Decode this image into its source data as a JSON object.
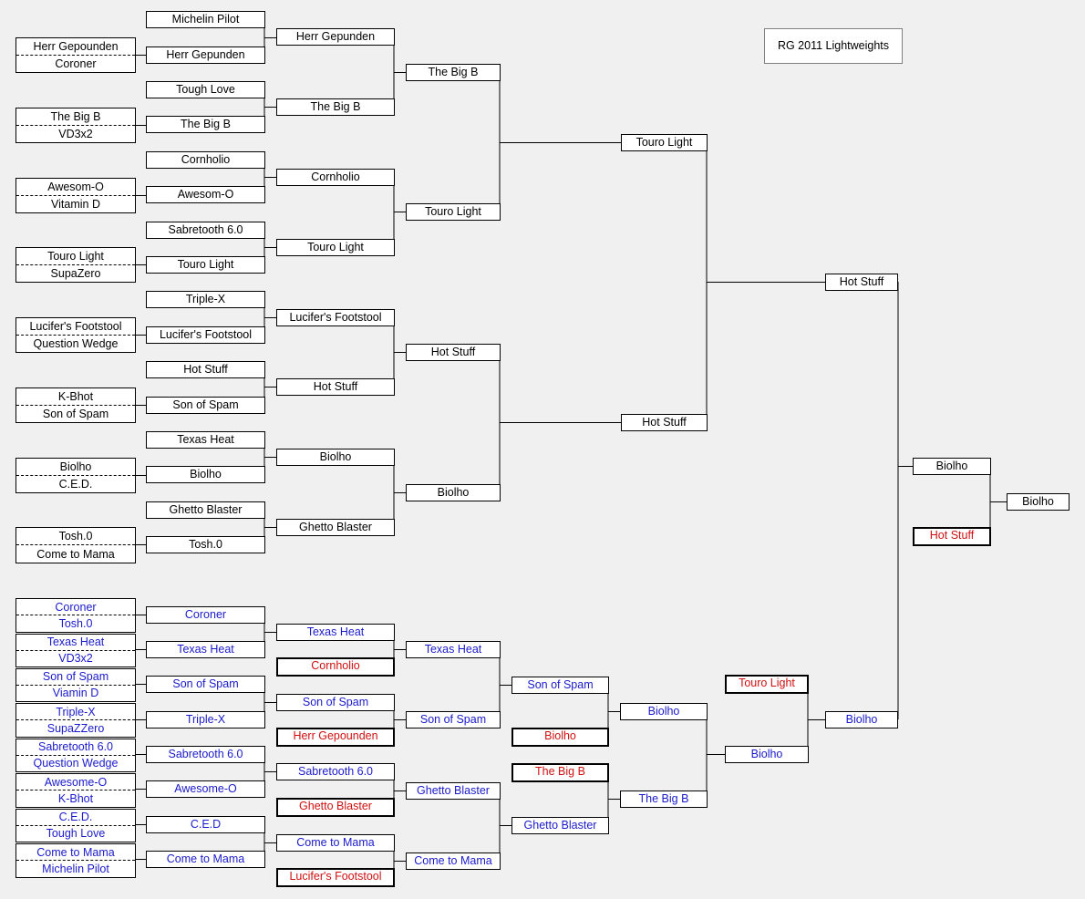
{
  "title": "RG 2011 Lightweights",
  "colors": {
    "winners": "#000000",
    "losers": "#1a1acc",
    "dropped": "#d01010"
  },
  "winners_bracket": {
    "qualifier_pairs": [
      [
        "Herr Gepounden",
        "Coroner"
      ],
      [
        "The Big B",
        "VD3x2"
      ],
      [
        "Awesom-O",
        "Vitamin D"
      ],
      [
        "Touro Light",
        "SupaZero"
      ],
      [
        "Lucifer's Footstool",
        "Question Wedge"
      ],
      [
        "K-Bhot",
        "Son of Spam"
      ],
      [
        "Biolho",
        "C.E.D."
      ],
      [
        "Tosh.0",
        "Come to Mama"
      ]
    ],
    "round1": [
      "Michelin Pilot",
      "Herr Gepunden",
      "Tough Love",
      "The Big B",
      "Cornholio",
      "Awesom-O",
      "Sabretooth 6.0",
      "Touro Light",
      "Triple-X",
      "Lucifer's Footstool",
      "Hot Stuff",
      "Son of Spam",
      "Texas Heat",
      "Biolho",
      "Ghetto Blaster",
      "Tosh.0"
    ],
    "round2": [
      "Herr Gepunden",
      "The Big B",
      "Cornholio",
      "Touro Light",
      "Lucifer's Footstool",
      "Hot Stuff",
      "Biolho",
      "Ghetto Blaster"
    ],
    "round3": [
      "The Big B",
      "Touro Light",
      "Hot Stuff",
      "Biolho"
    ],
    "round4": [
      "Touro Light",
      "Hot Stuff"
    ],
    "final": "Hot Stuff"
  },
  "losers_bracket": {
    "pairs": [
      [
        "Coroner",
        "Tosh.0"
      ],
      [
        "Texas Heat",
        "VD3x2"
      ],
      [
        "Son of Spam",
        "Viamin D"
      ],
      [
        "Triple-X",
        "SupaZZero"
      ],
      [
        "Sabretooth 6.0",
        "Question Wedge"
      ],
      [
        "Awesome-O",
        "K-Bhot"
      ],
      [
        "C.E.D.",
        "Tough Love"
      ],
      [
        "Come to Mama",
        "Michelin Pilot"
      ]
    ],
    "r1": [
      "Coroner",
      "Texas Heat",
      "Son of Spam",
      "Triple-X",
      "Sabretooth 6.0",
      "Awesome-O",
      "C.E.D",
      "Come to Mama"
    ],
    "r2": [
      "Texas Heat",
      "Cornholio",
      "Son of Spam",
      "Herr Gepounden",
      "Sabretooth 6.0",
      "Ghetto Blaster",
      "Come to Mama",
      "Lucifer's Footstool"
    ],
    "r3": [
      "Texas Heat",
      "Son of Spam",
      "Ghetto Blaster",
      "Come to Mama"
    ],
    "r4": [
      "Son of Spam",
      "Biolho",
      "The Big B",
      "Ghetto Blaster"
    ],
    "r5": [
      "Biolho",
      "The Big B"
    ],
    "r6": [
      "Touro Light",
      "Biolho"
    ],
    "r7": "Biolho"
  },
  "grand_final": {
    "winners_side": "Biolho",
    "losers_side": "Hot Stuff",
    "champion": "Biolho"
  }
}
